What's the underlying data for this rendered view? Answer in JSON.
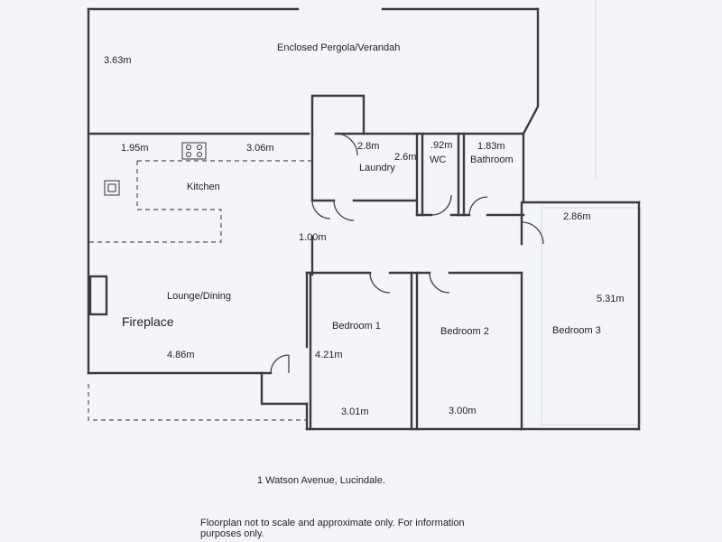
{
  "plan": {
    "rooms": {
      "pergola": "Enclosed Pergola/Verandah",
      "kitchen": "Kitchen",
      "laundry": "Laundry",
      "wc": "WC",
      "bathroom": "Bathroom",
      "lounge": "Lounge/Dining",
      "fireplace": "Fireplace",
      "bedroom1": "Bedroom 1",
      "bedroom2": "Bedroom 2",
      "bedroom3": "Bedroom 3"
    },
    "dimensions": {
      "pergola_depth": "3.63m",
      "kitchen_a": "1.95m",
      "kitchen_b": "3.06m",
      "laundry_w": "2.8m",
      "laundry_d": "2.6m",
      "wc_w": ".92m",
      "bathroom_w": "1.83m",
      "hall_w": "1.00m",
      "bed3_w": "2.86m",
      "bed3_d": "5.31m",
      "lounge_w": "4.86m",
      "bed1_d": "4.21m",
      "bed1_w": "3.01m",
      "bed2_w": "3.00m"
    },
    "address": "1 Watson Avenue, Lucindale.",
    "disclaimer_line1": "Floorplan not to scale and approximate only. For information",
    "disclaimer_line2": "purposes only."
  }
}
